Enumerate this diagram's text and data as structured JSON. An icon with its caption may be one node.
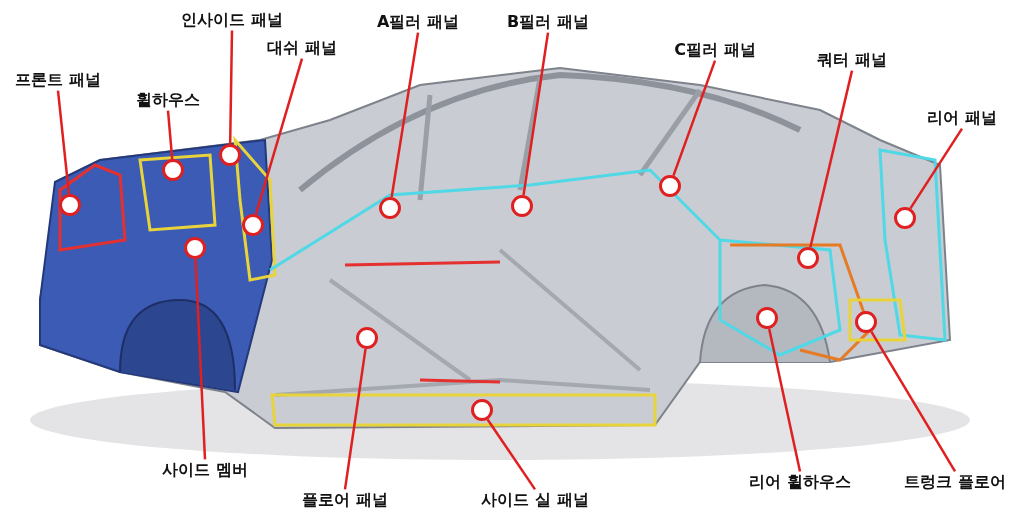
{
  "diagram": {
    "nodes": [
      {
        "text": [
          "프론트 패널"
        ]
      },
      {
        "text": [
          "휠하우스"
        ]
      },
      {
        "text": [
          "인사이드 패널"
        ]
      },
      {
        "text": [
          "대쉬 패널"
        ]
      },
      {
        "text": [
          "A필러 패널"
        ]
      },
      {
        "text": [
          "B필러 패널"
        ]
      },
      {
        "text": [
          "C필러 패널"
        ]
      },
      {
        "text": [
          "쿼터 패널"
        ]
      },
      {
        "text": [
          "리어 패널"
        ]
      },
      {
        "text": [
          "사이드 멤버"
        ]
      },
      {
        "text": [
          "플로어 패널"
        ]
      },
      {
        "text": [
          "사이드 실 패널"
        ]
      },
      {
        "text": [
          "리어 휠하우스"
        ]
      },
      {
        "text": [
          "트렁크 플로어"
        ]
      },
      {
        "text": [],
        "shape": "circle"
      },
      {
        "text": [],
        "shape": "circle"
      },
      {
        "text": [],
        "shape": "circle"
      },
      {
        "text": [],
        "shape": "circle"
      },
      {
        "text": [],
        "shape": "circle"
      },
      {
        "text": [],
        "shape": "circle"
      },
      {
        "text": [],
        "shape": "circle"
      },
      {
        "text": [],
        "shape": "circle"
      },
      {
        "text": [],
        "shape": "circle"
      },
      {
        "text": [],
        "shape": "circle"
      },
      {
        "text": [],
        "shape": "circle"
      },
      {
        "text": [],
        "shape": "circle"
      },
      {
        "text": [],
        "shape": "circle"
      },
      {
        "text": [],
        "shape": "circle"
      }
    ],
    "edges": [
      {
        "from": 0,
        "to": 14,
        "arrow": "none"
      },
      {
        "from": 1,
        "to": 15,
        "arrow": "none"
      },
      {
        "from": 2,
        "to": 16,
        "arrow": "none"
      },
      {
        "from": 3,
        "to": 17,
        "arrow": "none"
      },
      {
        "from": 4,
        "to": 18,
        "arrow": "none"
      },
      {
        "from": 5,
        "to": 19,
        "arrow": "none"
      },
      {
        "from": 6,
        "to": 20,
        "arrow": "none"
      },
      {
        "from": 7,
        "to": 21,
        "arrow": "none"
      },
      {
        "from": 8,
        "to": 22,
        "arrow": "none"
      },
      {
        "from": 9,
        "to": 23,
        "arrow": "none"
      },
      {
        "from": 10,
        "to": 24,
        "arrow": "none"
      },
      {
        "from": 11,
        "to": 25,
        "arrow": "none"
      },
      {
        "from": 12,
        "to": 26,
        "arrow": "none"
      },
      {
        "from": 13,
        "to": 27,
        "arrow": "none"
      }
    ]
  }
}
